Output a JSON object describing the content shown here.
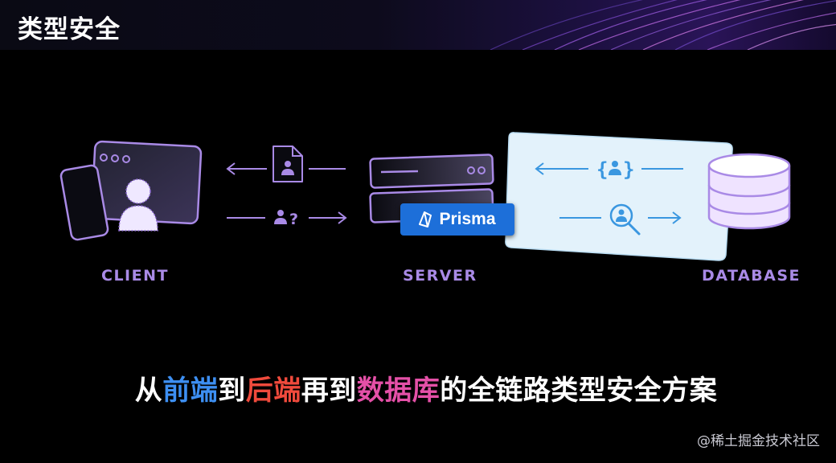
{
  "header": {
    "title": "类型安全"
  },
  "diagram": {
    "nodes": {
      "client": "CLIENT",
      "server": "SERVER",
      "database": "DATABASE"
    },
    "badge": {
      "label": "Prisma",
      "icon": "prisma-logo"
    },
    "client_server_icons": {
      "top": "user-document-icon",
      "bottom": "user-question-icon",
      "bottom_text": "?"
    },
    "server_db_icons": {
      "top": "user-braces-icon",
      "top_text_open": "{",
      "top_text_close": "}",
      "bottom": "user-search-icon"
    },
    "colors": {
      "accent_purple": "#a98ae6",
      "prisma_blue": "#1d6fd9",
      "db_panel": "#e3f2fb"
    }
  },
  "caption": {
    "part1": "从",
    "part2": "前端",
    "part3": "到",
    "part4": "后端",
    "part5": "再到",
    "part6": "数据库",
    "part7": "的全链路类型安全方案"
  },
  "watermark": "@稀土掘金技术社区"
}
